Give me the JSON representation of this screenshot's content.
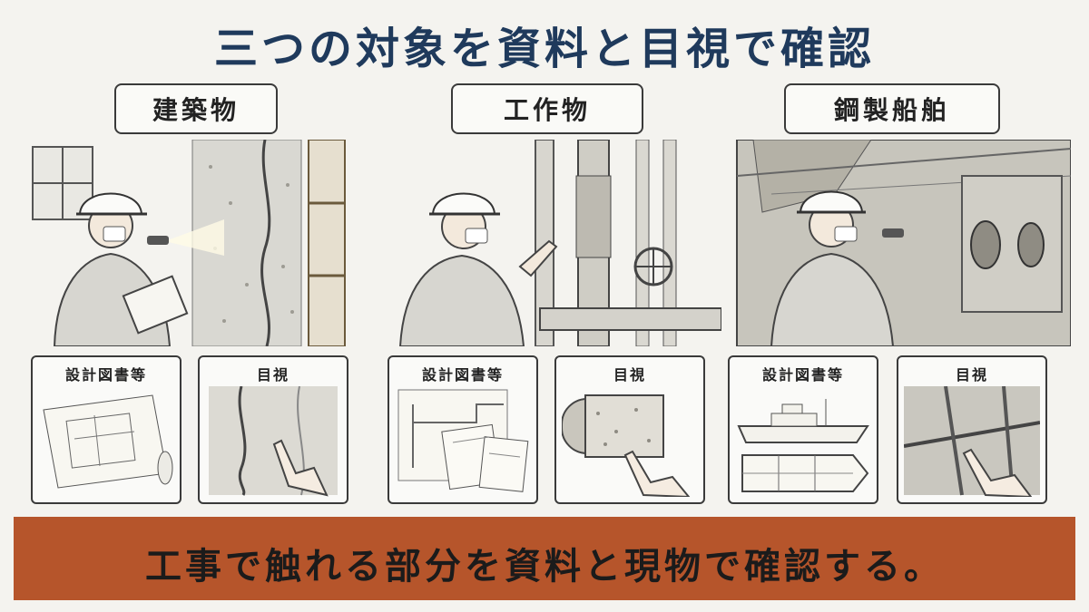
{
  "title": "三つの対象を資料と目視で確認",
  "columns": [
    {
      "label": "建築物",
      "cards": [
        {
          "label": "設計図書等"
        },
        {
          "label": "目視"
        }
      ]
    },
    {
      "label": "工作物",
      "cards": [
        {
          "label": "設計図書等"
        },
        {
          "label": "目視"
        }
      ]
    },
    {
      "label": "鋼製船舶",
      "cards": [
        {
          "label": "設計図書等"
        },
        {
          "label": "目視"
        }
      ]
    }
  ],
  "banner": {
    "text": "工事で触れる部分を資料と現物で確認する。"
  },
  "colors": {
    "title": "#1f3a5c",
    "banner": "#b6552b",
    "background": "#f4f3ef"
  }
}
